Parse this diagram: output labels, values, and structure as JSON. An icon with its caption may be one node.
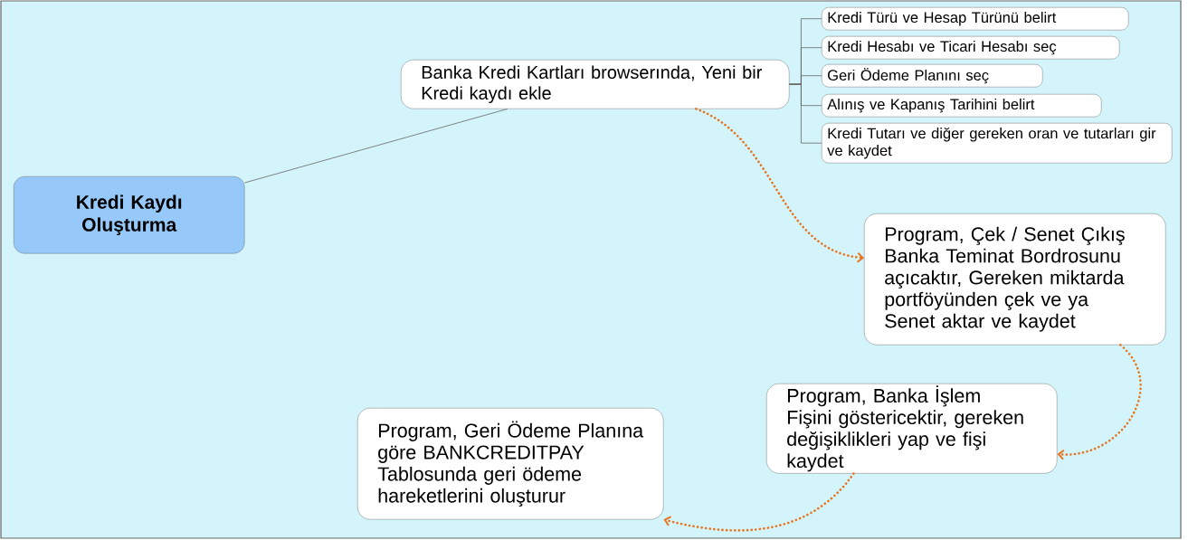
{
  "diagram": {
    "nodes": [
      {
        "text": [
          "Kredi Kaydı Oluşturma"
        ]
      },
      {
        "text": [
          "Banka Kredi Kartları browserında, Yeni bir Kredi kaydı ekle"
        ]
      },
      {
        "text": [
          "Kredi Türü ve Hesap Türünü belirt"
        ]
      },
      {
        "text": [
          "Kredi Hesabı ve Ticari Hesabı seç"
        ]
      },
      {
        "text": [
          "Geri Ödeme Planını seç"
        ]
      },
      {
        "text": [
          "Alınış ve Kapanış Tarihini belirt"
        ]
      },
      {
        "text": [
          "Kredi Tutarı ve diğer gereken oran ve tutarları gir ve kaydet"
        ]
      },
      {
        "text": [
          "Program, Çek / Senet Çıkış Banka Teminat Bordrosunu açıcaktır, Gereken miktarda portföyünden çek ve ya Senet aktar ve kaydet"
        ]
      },
      {
        "text": [
          "Program, Banka İşlem Fişini göstericektir, gereken değişiklikleri yap ve fişi kaydet"
        ]
      },
      {
        "text": [
          "Program, Geri Ödeme Planına göre BANKCREDITPAY Tablosunda geri ödeme hareketlerini oluşturur"
        ]
      }
    ],
    "edges": [
      {
        "from": 0,
        "to": 1,
        "arrow": "none"
      },
      {
        "from": 1,
        "to": 2,
        "arrow": "none"
      },
      {
        "from": 1,
        "to": 3,
        "arrow": "none"
      },
      {
        "from": 1,
        "to": 4,
        "arrow": "none"
      },
      {
        "from": 1,
        "to": 5,
        "arrow": "none"
      },
      {
        "from": 1,
        "to": 6,
        "arrow": "none"
      },
      {
        "from": 1,
        "to": 7,
        "arrow": "to",
        "style": "dashed",
        "color": "#e8731e"
      },
      {
        "from": 7,
        "to": 8,
        "arrow": "to",
        "style": "dashed",
        "color": "#e8731e"
      },
      {
        "from": 8,
        "to": 9,
        "arrow": "to",
        "style": "dashed",
        "color": "#e8731e"
      }
    ]
  }
}
